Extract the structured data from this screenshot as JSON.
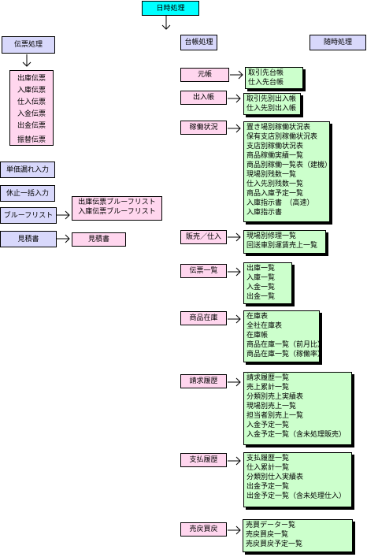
{
  "daily": "日時処理",
  "headers": {
    "denpyo": "伝票処理",
    "daicho": "台帳処理",
    "zuiji": "随時処理"
  },
  "denpyo_items": [
    "出庫伝票",
    "入庫伝票",
    "仕入伝票",
    "入金伝票",
    "出金伝票",
    "振替伝票"
  ],
  "left_buttons": [
    "単価漏れ入力",
    "休止一括入力",
    "ブルーフリスト",
    "見積書"
  ],
  "proof_list_items": [
    "出庫伝票ブルーフリスト",
    "入庫伝票ブルーフリスト"
  ],
  "estimate": "見積書",
  "ledger": [
    {
      "label": "元帳",
      "items": [
        "取引先台帳",
        "仕入先台帳"
      ]
    },
    {
      "label": "出入帳",
      "items": [
        "取引先別出入帳",
        "仕入先別出入帳"
      ]
    },
    {
      "label": "稼働状況",
      "items": [
        "置き場別稼働状況表",
        "保有支店別稼働状況表",
        "支店別稼働状況表",
        "商品稼働実績一覧",
        "商品別稼働一覧表（建機）",
        "現場別残数一覧",
        "仕入先別残数一覧",
        "商品入庫予定一覧",
        "入庫指示書　（高速）",
        "入庫指示書"
      ]
    },
    {
      "label": "販売／仕入",
      "items": [
        "現場別修理一覧",
        "回送車別運賃売上一覧"
      ]
    },
    {
      "label": "伝票一覧",
      "items": [
        "出庫一覧",
        "入庫一覧",
        "入金一覧",
        "出金一覧"
      ]
    },
    {
      "label": "商品在庫",
      "items": [
        "在庫表",
        "全社在庫表",
        "在庫帳",
        "商品在庫一覧（前月比）",
        "商品在庫一覧（稼働率）"
      ]
    },
    {
      "label": "請求履歴",
      "items": [
        "請求履歴一覧",
        "売上累計一覧",
        "分類別売上実績表",
        "現場別売上一覧",
        "担当者別売上一覧",
        "入金予定一覧",
        "入金予定一覧（含未処理販売）"
      ]
    },
    {
      "label": "支払履歴",
      "items": [
        "支払履歴一覧",
        "仕入累計一覧",
        "分類別仕入実績表",
        "出金予定一覧",
        "出金予定一覧（含未処理仕入）"
      ]
    },
    {
      "label": "売戻買戻",
      "items": [
        "売買データー覧",
        "売戻買戻一覧",
        "売戻買戻予定一覧"
      ]
    }
  ],
  "colors": {
    "cyan": "#00ffff",
    "lavender": "#d8d8fb",
    "pink": "#ffd6ee",
    "green": "#ccffcc"
  }
}
